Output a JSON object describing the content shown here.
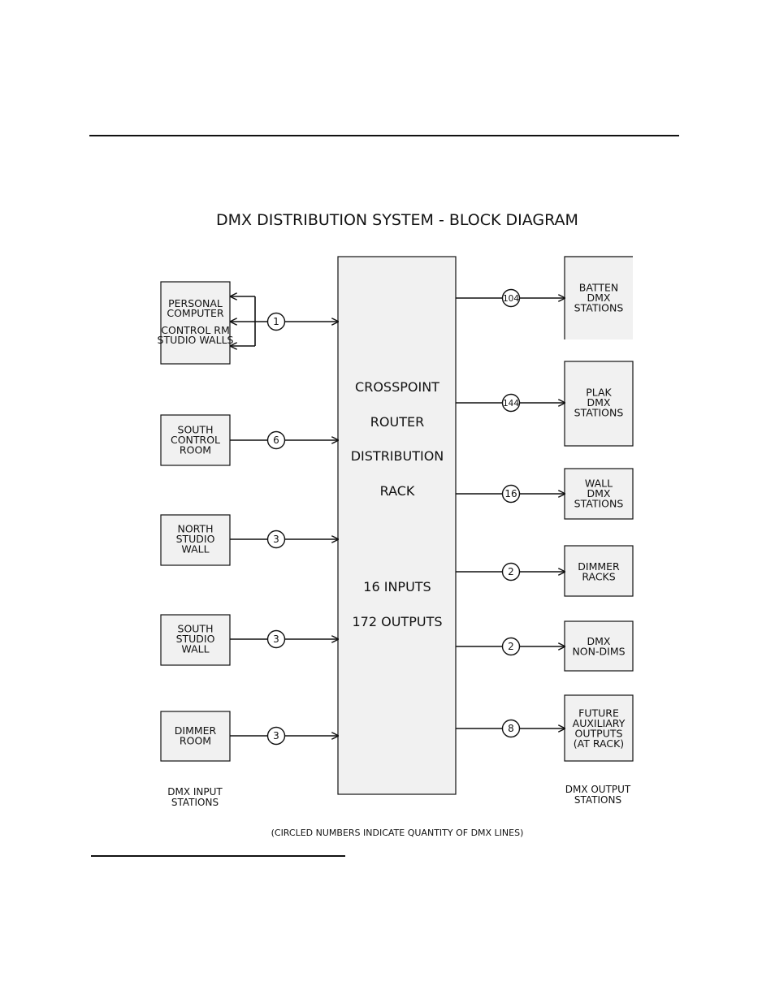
{
  "title": "DMX DISTRIBUTION SYSTEM - BLOCK DIAGRAM",
  "rack": {
    "lines": [
      "CROSSPOINT",
      "ROUTER",
      "DISTRIBUTION",
      "RACK",
      "16 INPUTS",
      "172 OUTPUTS"
    ]
  },
  "inputs": [
    {
      "lines": [
        "PERSONAL",
        "COMPUTER",
        "CONTROL RM",
        "STUDIO WALLS"
      ],
      "qty": "1"
    },
    {
      "lines": [
        "SOUTH",
        "CONTROL",
        "ROOM"
      ],
      "qty": "6"
    },
    {
      "lines": [
        "NORTH",
        "STUDIO",
        "WALL"
      ],
      "qty": "3"
    },
    {
      "lines": [
        "SOUTH",
        "STUDIO",
        "WALL"
      ],
      "qty": "3"
    },
    {
      "lines": [
        "DIMMER",
        "ROOM"
      ],
      "qty": "3"
    }
  ],
  "outputs": [
    {
      "lines": [
        "BATTEN",
        "DMX",
        "STATIONS"
      ],
      "qty": "104"
    },
    {
      "lines": [
        "PLAK",
        "DMX",
        "STATIONS"
      ],
      "qty": "144"
    },
    {
      "lines": [
        "WALL",
        "DMX",
        "STATIONS"
      ],
      "qty": "16"
    },
    {
      "lines": [
        "DIMMER",
        "RACKS"
      ],
      "qty": "2"
    },
    {
      "lines": [
        "DMX",
        "NON-DIMS"
      ],
      "qty": "2"
    },
    {
      "lines": [
        "FUTURE",
        "AUXILIARY",
        "OUTPUTS",
        "(AT RACK)"
      ],
      "qty": "8"
    }
  ],
  "captions": {
    "inputs": [
      "DMX INPUT",
      "STATIONS"
    ],
    "outputs": [
      "DMX OUTPUT",
      "STATIONS"
    ]
  },
  "footnote": "(CIRCLED NUMBERS INDICATE QUANTITY OF DMX LINES)"
}
